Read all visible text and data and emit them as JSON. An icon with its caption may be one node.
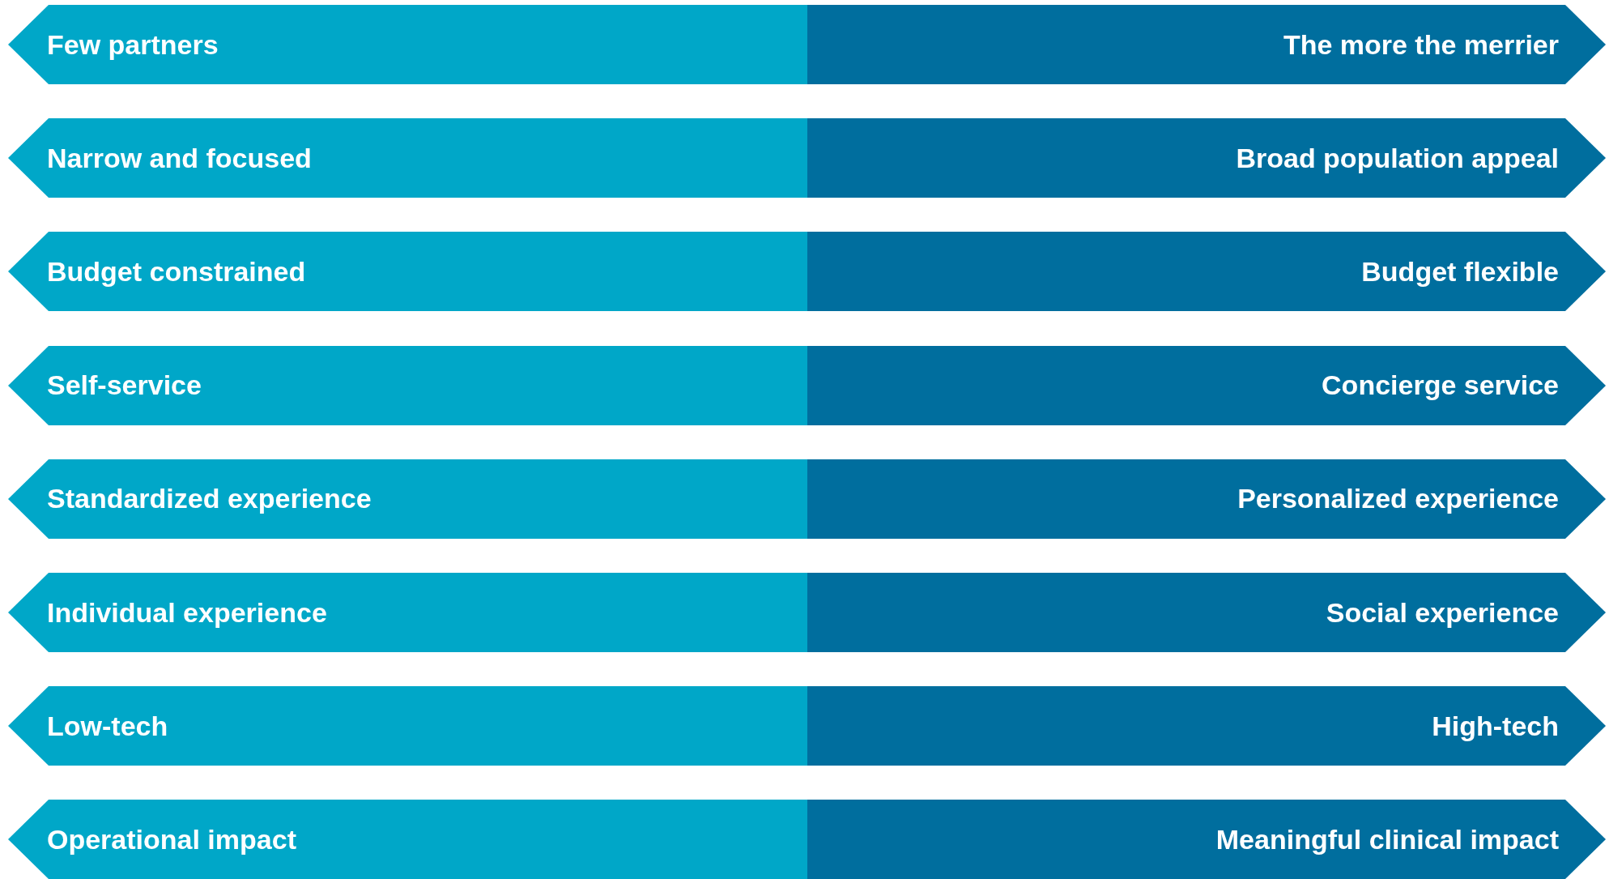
{
  "diagram": {
    "nodes": [
      {
        "text": [
          "Few partners"
        ]
      },
      {
        "text": [
          "The more the merrier"
        ]
      },
      {
        "text": [
          "Narrow and focused"
        ]
      },
      {
        "text": [
          "Broad population appeal"
        ]
      },
      {
        "text": [
          "Budget constrained"
        ]
      },
      {
        "text": [
          "Budget flexible"
        ]
      },
      {
        "text": [
          "Self-service"
        ]
      },
      {
        "text": [
          "Concierge service"
        ]
      },
      {
        "text": [
          "Standardized experience"
        ]
      },
      {
        "text": [
          "Personalized experience"
        ]
      },
      {
        "text": [
          "Individual experience"
        ]
      },
      {
        "text": [
          "Social experience"
        ]
      },
      {
        "text": [
          "Low-tech"
        ]
      },
      {
        "text": [
          "High-tech"
        ]
      },
      {
        "text": [
          "Operational impact"
        ]
      },
      {
        "text": [
          "Meaningful clinical impact"
        ]
      }
    ]
  }
}
